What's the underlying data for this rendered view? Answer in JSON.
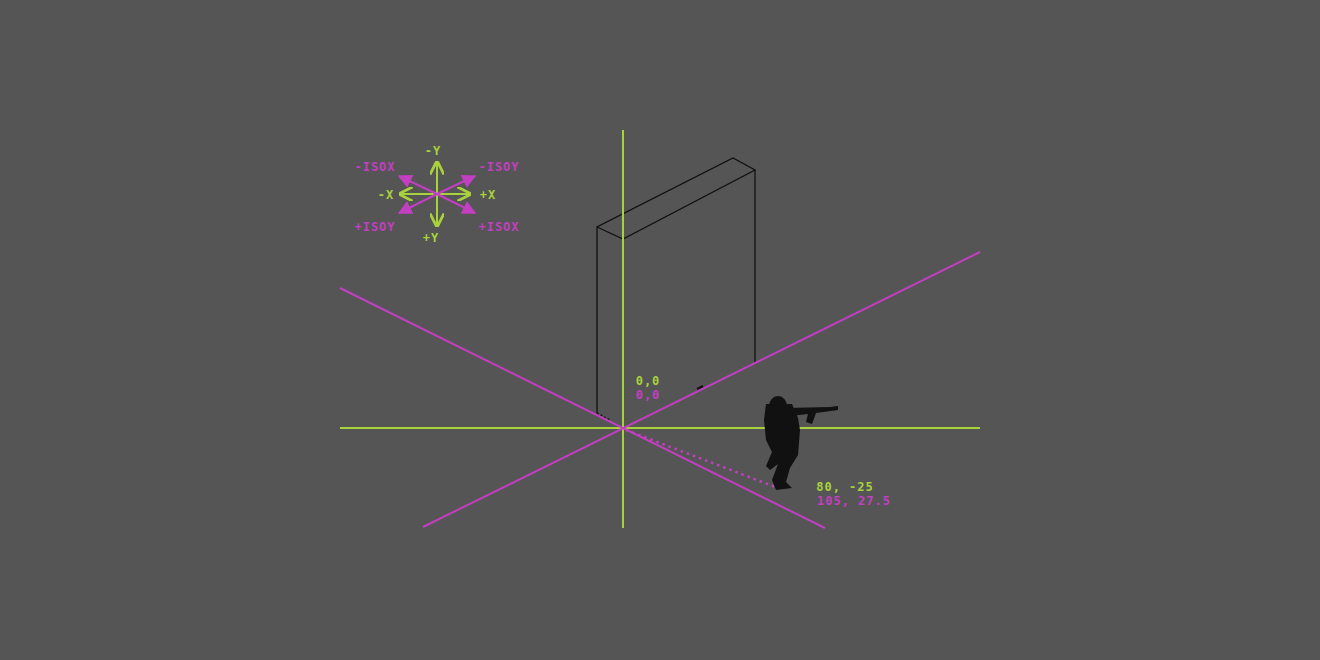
{
  "diagram": {
    "labels": [
      "-Y",
      "-ISOX",
      "-ISOY",
      "-X",
      "+X",
      "+ISOY",
      "+Y",
      "+ISOX",
      "0,0",
      "0,0",
      "80, -25",
      "105, 27.5"
    ]
  }
}
